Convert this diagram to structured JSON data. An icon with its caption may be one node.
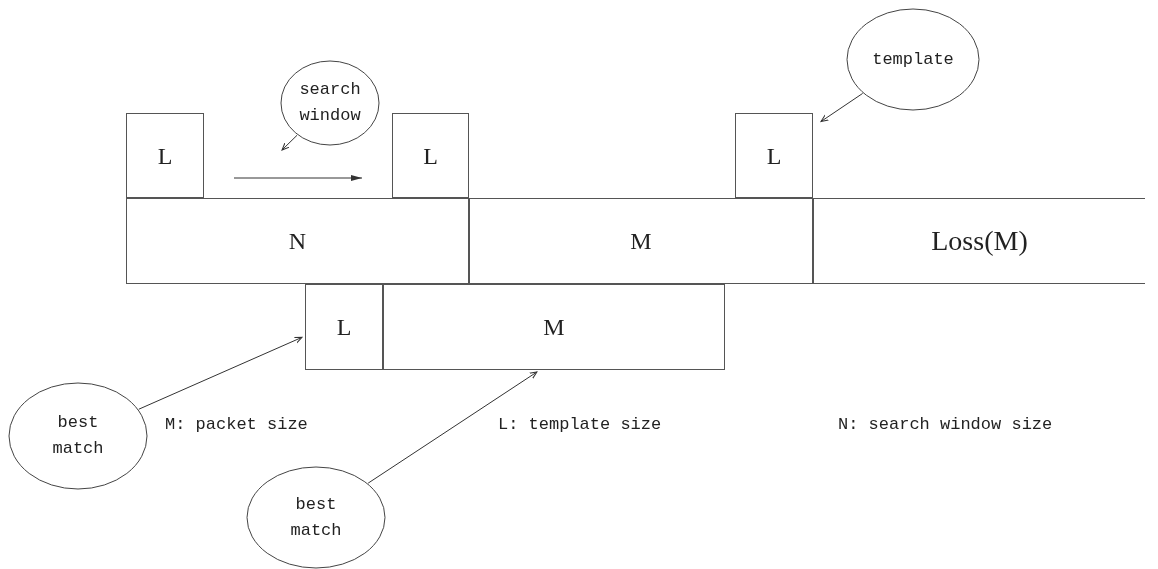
{
  "diagram": {
    "nodes": [
      {
        "text": [
          "search window"
        ]
      },
      {
        "text": [
          "template"
        ]
      },
      {
        "text": [
          "L"
        ]
      },
      {
        "text": [
          "L"
        ]
      },
      {
        "text": [
          "L"
        ]
      },
      {
        "text": [
          "N"
        ]
      },
      {
        "text": [
          "M"
        ]
      },
      {
        "text": [
          "Loss(M)"
        ]
      },
      {
        "text": [
          "L"
        ]
      },
      {
        "text": [
          "M"
        ]
      },
      {
        "text": [
          "best match"
        ]
      },
      {
        "text": [
          "best match"
        ]
      }
    ],
    "edges": [
      {
        "from": 0,
        "to": null,
        "arrow": "to"
      },
      {
        "from": 1,
        "to": 4,
        "arrow": "to"
      },
      {
        "from": 10,
        "to": 8,
        "arrow": "to"
      },
      {
        "from": 11,
        "to": 9,
        "arrow": "to"
      }
    ],
    "labels": [
      "M: packet size",
      "L: template size",
      "N: search window size"
    ]
  }
}
